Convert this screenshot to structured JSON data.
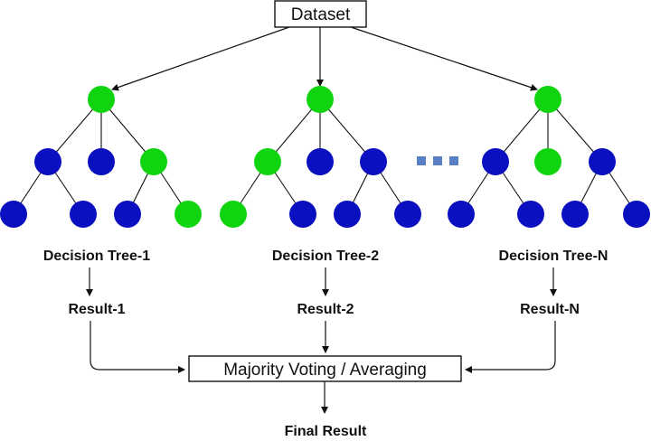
{
  "dataset_label": "Dataset",
  "trees": [
    {
      "label": "Decision Tree-1",
      "result": "Result-1"
    },
    {
      "label": "Decision Tree-2",
      "result": "Result-2"
    },
    {
      "label": "Decision Tree-N",
      "result": "Result-N"
    }
  ],
  "aggregator_label": "Majority Voting / Averaging",
  "final_label": "Final Result",
  "colors": {
    "selected_node": "#11d411",
    "node": "#0a0fbf",
    "ellipsis": "#5b7fc4",
    "line": "#111111"
  }
}
